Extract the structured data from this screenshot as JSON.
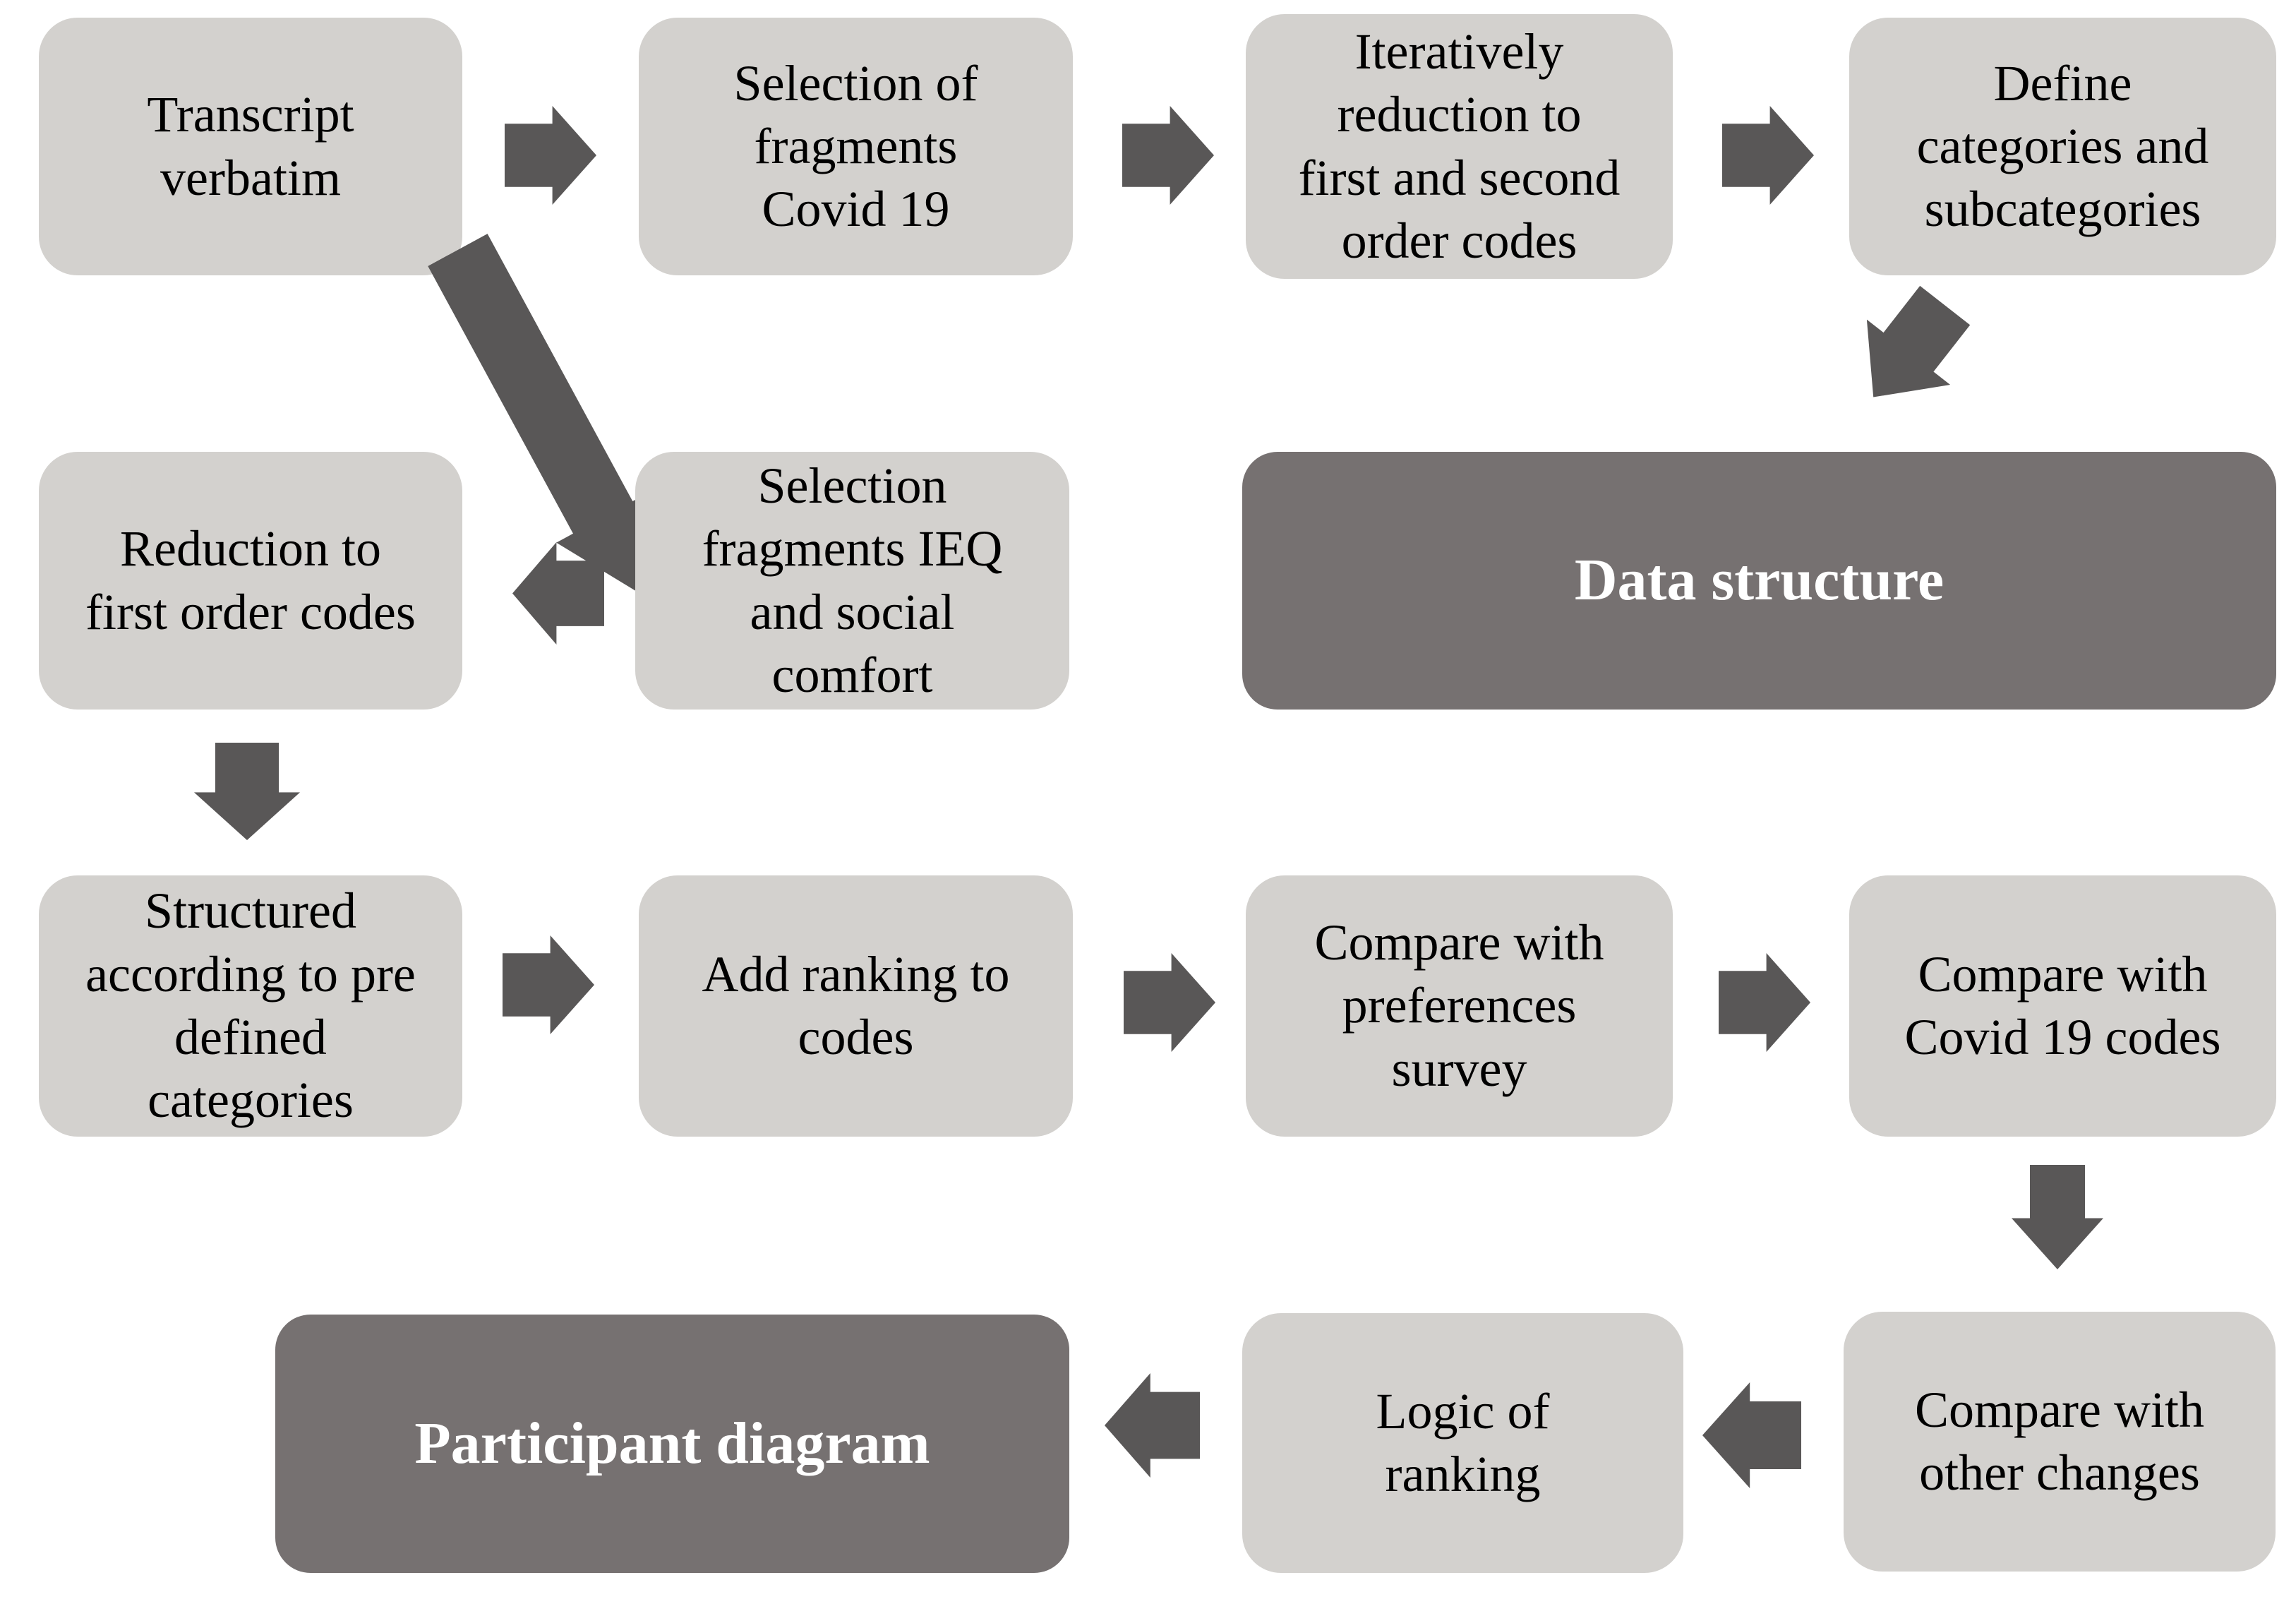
{
  "diagram": {
    "boxes": {
      "transcript": {
        "label": "Transcript\nverbatim"
      },
      "selection_covid": {
        "label": "Selection of\nfragments\nCovid 19"
      },
      "iterative_reduction": {
        "label": "Iteratively\nreduction to\nfirst and second\norder codes"
      },
      "define_categories": {
        "label": "Define\ncategories and\nsubcategories"
      },
      "reduction_first_order": {
        "label": "Reduction to\nfirst order codes"
      },
      "selection_ieq": {
        "label": "Selection\nfragments IEQ\nand social\ncomfort"
      },
      "data_structure": {
        "label": "Data structure"
      },
      "structured_predefined": {
        "label": "Structured\naccording to pre\ndefined\ncategories"
      },
      "add_ranking": {
        "label": "Add ranking to\ncodes"
      },
      "compare_preferences": {
        "label": "Compare with\npreferences\nsurvey"
      },
      "compare_covid_codes": {
        "label": "Compare with\nCovid 19 codes"
      },
      "compare_other_changes": {
        "label": "Compare with\nother changes"
      },
      "logic_of_ranking": {
        "label": "Logic of\nranking"
      },
      "participant_diagram": {
        "label": "Participant diagram"
      }
    },
    "colors": {
      "box_light": "#d3d1ce",
      "box_dark": "#767171",
      "arrow": "#595757",
      "text_on_light": "#000000",
      "text_on_dark": "#ffffff"
    }
  }
}
